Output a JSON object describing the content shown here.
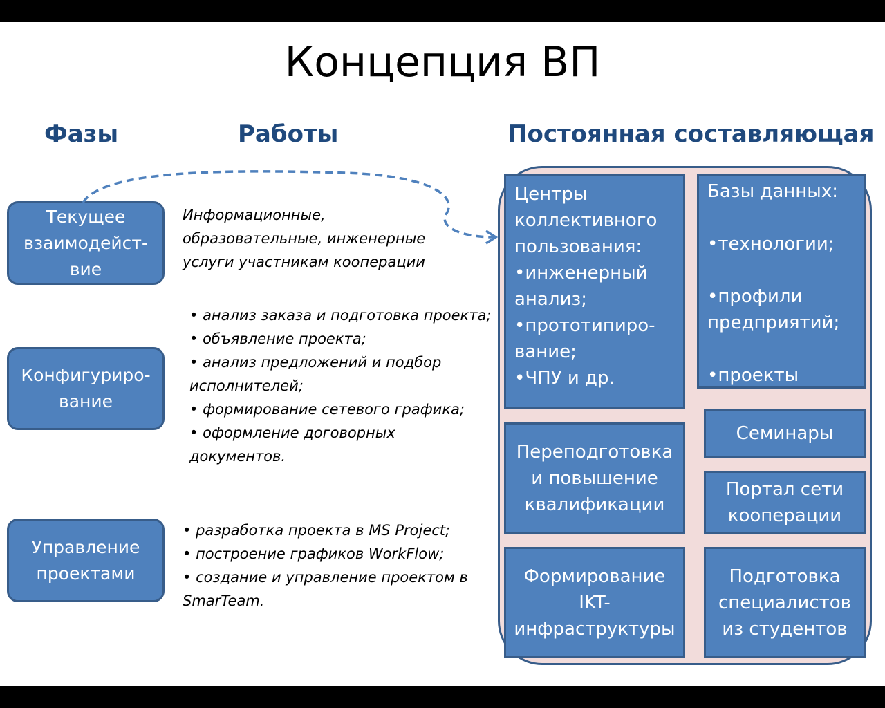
{
  "colors": {
    "box_fill": "#4f81bd",
    "box_border": "#385d8a",
    "panel_fill": "#f2dcdb",
    "heading": "#1f497d"
  },
  "title": "Концепция ВП",
  "headers": {
    "phases": "Фазы",
    "works": "Работы",
    "constant": "Постоянная составляющая"
  },
  "phases": [
    {
      "lines": [
        "Текущее",
        "взаимодейст-",
        "вие"
      ]
    },
    {
      "lines": [
        "Конфигуриро-",
        "вание"
      ]
    },
    {
      "lines": [
        "Управление",
        "проектами"
      ]
    }
  ],
  "works": [
    {
      "bulleted": false,
      "items": [
        "Информационные, образовательные, инженерные услуги участникам кооперации"
      ]
    },
    {
      "bulleted": true,
      "items": [
        "анализ заказа и подготовка проекта;",
        "объявление проекта;",
        "анализ предложений и подбор исполнителей;",
        "формирование сетевого графика;",
        "оформление договорных документов."
      ]
    },
    {
      "bulleted": true,
      "items": [
        "разработка проекта в MS Project;",
        "построение графиков WorkFlow;",
        "создание и управление проектом в SmarTeam."
      ]
    }
  ],
  "bullet_symbol": "•",
  "constant": {
    "centers": [
      "Центры",
      "коллективного",
      "пользования:",
      "•инженерный",
      "анализ;",
      "•прототипиро-",
      "вание;",
      "•ЧПУ и др."
    ],
    "databases": [
      "Базы данных:",
      "",
      "•технологии;",
      "",
      "•профили",
      "предприятий;",
      "",
      "•проекты"
    ],
    "retraining": [
      "Переподготовка",
      "и повышение",
      "квалификации"
    ],
    "seminars": [
      "Семинары"
    ],
    "portal": [
      "Портал сети",
      "кооперации"
    ],
    "ikt": [
      "Формирование",
      "IKT-",
      "инфраструктуры"
    ],
    "students": [
      "Подготовка",
      "специалистов",
      "из студентов"
    ]
  }
}
